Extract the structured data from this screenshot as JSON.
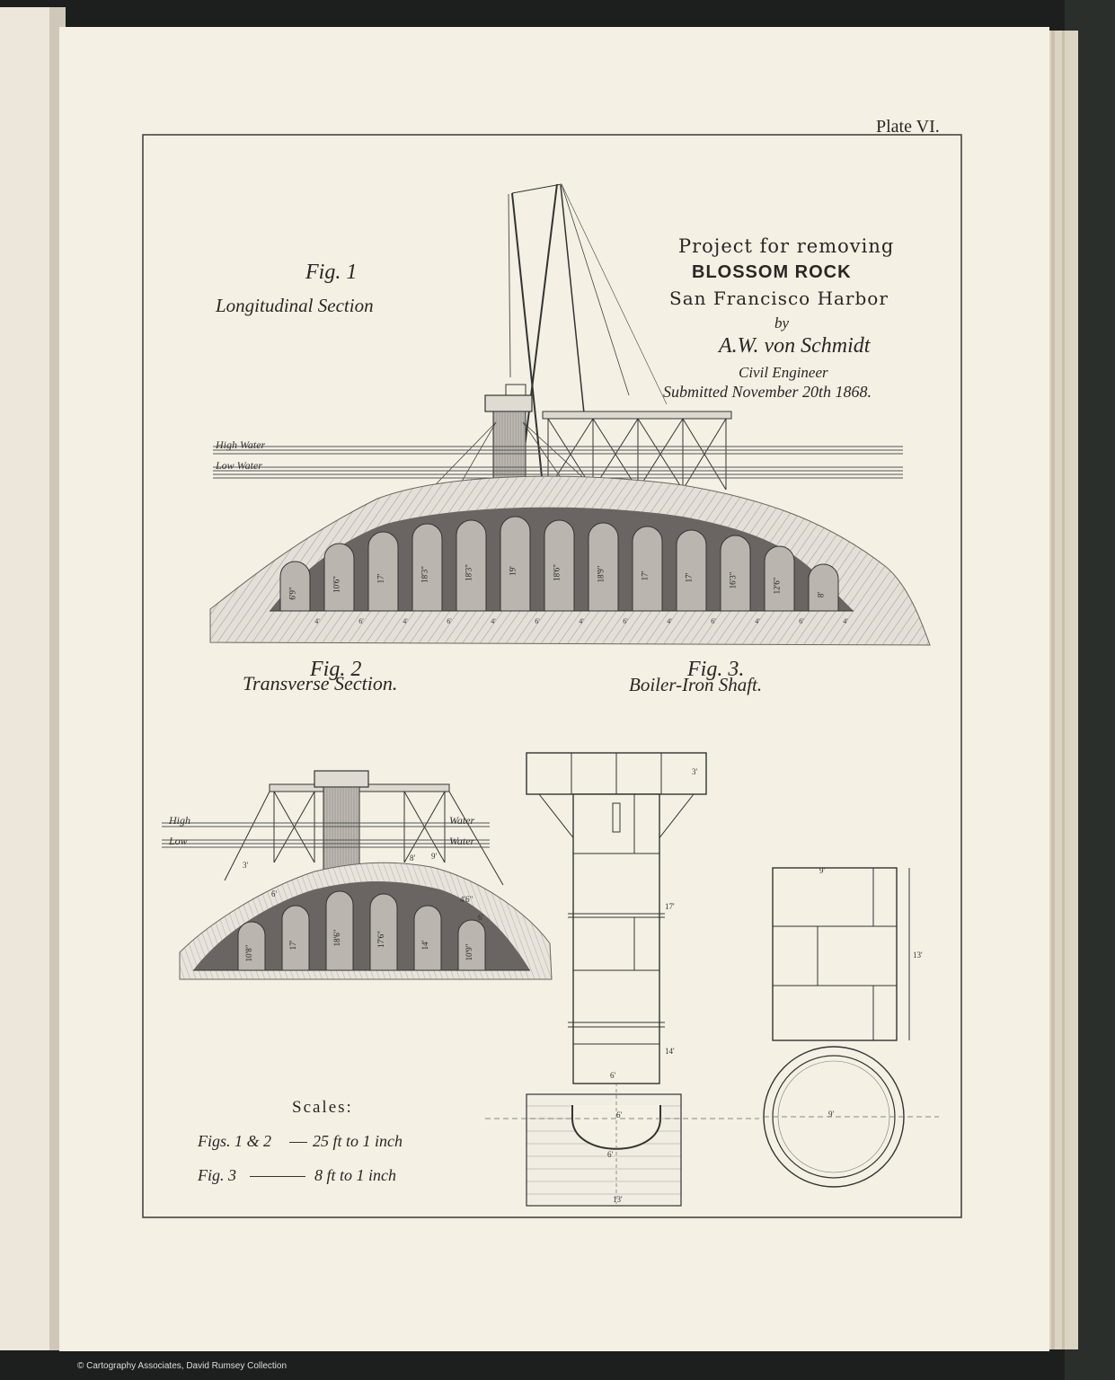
{
  "plate": "Plate VI.",
  "title": {
    "line1": "Project for removing",
    "line2": "BLOSSOM ROCK",
    "line3": "San Francisco Harbor",
    "by": "by",
    "author": "A.W. von Schmidt",
    "role": "Civil Engineer",
    "submitted": "Submitted November 20th 1868."
  },
  "fig1": {
    "number": "Fig. 1",
    "caption": "Longitudinal Section",
    "high_water": "High Water",
    "low_water": "Low Water",
    "pillar_heights": [
      "6'9\"",
      "10'6\"",
      "17'",
      "18'3\"",
      "18'3\"",
      "19'",
      "18'6\"",
      "18'9\"",
      "17'",
      "17'",
      "16'3\"",
      "12'6\"",
      "8'"
    ],
    "gap_widths": [
      "4'",
      "6'",
      "4'",
      "6'",
      "4'",
      "6'",
      "4'",
      "6'",
      "4'",
      "6'",
      "4'",
      "6'",
      "4'"
    ]
  },
  "fig2": {
    "number": "Fig. 2",
    "caption": "Transverse Section.",
    "high": "High",
    "low": "Low",
    "water1": "Water",
    "water2": "Water",
    "pillar_heights": [
      "10'8\"",
      "17'",
      "18'6\"",
      "17'6\"",
      "14'",
      "10'9\""
    ],
    "side_dims": [
      "3'",
      "6'",
      "4'6\"",
      "6'",
      "9'",
      "8'"
    ]
  },
  "fig3": {
    "number": "Fig. 3.",
    "caption": "Boiler-Iron Shaft.",
    "dims": {
      "top": "3'",
      "shaft_height": "17'",
      "lower": "14'",
      "shaft_width": "6'",
      "section_width": "9'",
      "section_height": "13'",
      "ring": "9'",
      "trough_top": "6'",
      "trough_mid": "6'",
      "trough_bottom": "13'"
    }
  },
  "scales": {
    "heading": "Scales:",
    "line1_label": "Figs. 1 & 2",
    "line1_value": "25 ft to 1 inch",
    "line2_label": "Fig. 3",
    "line2_value": "8 ft to 1 inch"
  },
  "credit": "© Cartography Associates, David Rumsey Collection",
  "colors": {
    "paper": "#f4f0e4",
    "ink": "#2a2624",
    "binding": "#2a2f2c",
    "rock": "#d8d4cc",
    "cavity": "#6a6562",
    "pillar": "#b8b3ac"
  }
}
